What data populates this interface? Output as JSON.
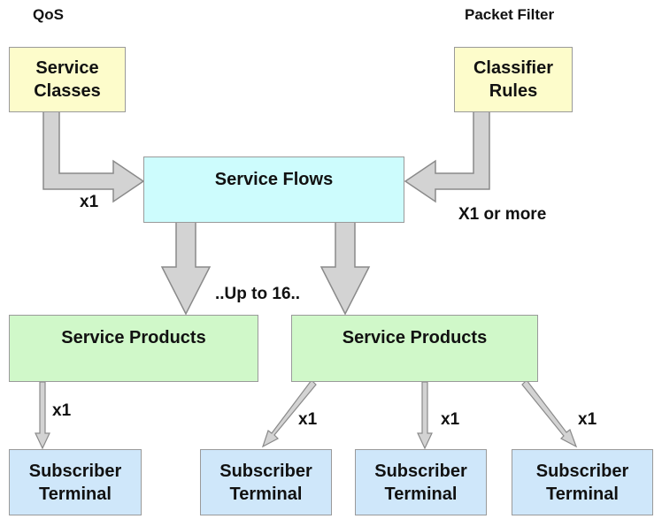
{
  "headers": {
    "qos": "QoS",
    "packet_filter": "Packet Filter"
  },
  "boxes": {
    "service_classes": [
      "Service",
      "Classes"
    ],
    "classifier_rules": [
      "Classifier",
      "Rules"
    ],
    "service_flows": "Service Flows",
    "service_products_left": "Service Products",
    "service_products_right": "Service Products",
    "subscriber_terminal": [
      "Subscriber",
      "Terminal"
    ]
  },
  "labels": {
    "x1_left": "x1",
    "x1_or_more": "X1 or more",
    "up_to_16": "..Up to 16..",
    "x1_terminal_1": "x1",
    "x1_terminal_2": "x1",
    "x1_terminal_3": "x1",
    "x1_terminal_4": "x1"
  },
  "colors": {
    "yellow_box": "#fdfccb",
    "cyan_box": "#cdfcfd",
    "green_box": "#d0f8c9",
    "blue_box": "#cfe7fa",
    "arrow_fill": "#d3d3d3",
    "arrow_stroke": "#8a8a8a"
  }
}
